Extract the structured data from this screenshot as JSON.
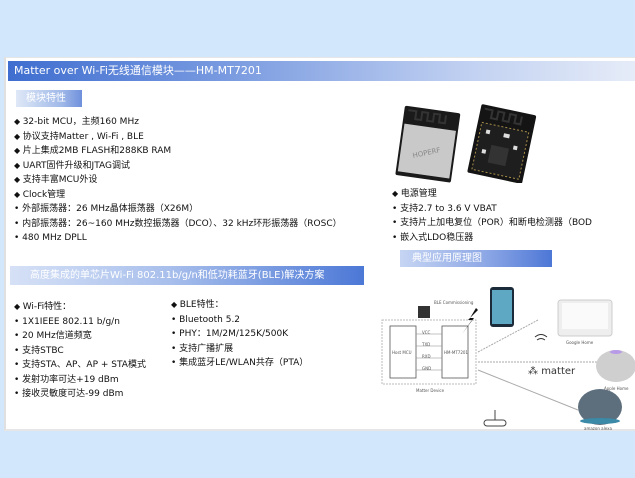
{
  "slide": {
    "title": "Matter over Wi-Fi无线通信模块——HM-MT7201",
    "section_features": "模块特性",
    "features": [
      "32-bit MCU，主频160 MHz",
      "协议支持Matter , Wi-Fi , BLE",
      "片上集成2MB FLASH和288KB RAM",
      "UART固件升级和JTAG调试",
      "支持丰富MCU外设",
      " Clock管理"
    ],
    "clock_items": [
      "外部振荡器：26 MHz晶体振荡器（X26M）",
      "内部振荡器：26~160 MHz数控振荡器（DCO）、32 kHz环形振荡器（ROSC）",
      "480 MHz DPLL"
    ],
    "power_heading": "电源管理",
    "power_items": [
      "支持2.7 to 3.6 V VBAT",
      "支持片上加电复位（POR）和断电检测器（BOD",
      "嵌入式LDO稳压器"
    ],
    "solution_bar": "高度集成的单芯片Wi-Fi 802.11b/g/n和低功耗蓝牙(BLE)解决方案",
    "wifi_heading": "Wi-Fi特性：",
    "wifi_items": [
      "1X1IEEE 802.11 b/g/n",
      "20 MHz信道频宽",
      "支持STBC",
      "支持STA、AP、AP + STA模式",
      "发射功率可达+19 dBm",
      "接收灵敏度可达-99 dBm"
    ],
    "ble_heading": "BLE特性：",
    "ble_items": [
      "Bluetooth 5.2",
      "PHY：1M/2M/125K/500K",
      "支持广播扩展",
      "集成蓝牙LE/WLAN共存（PTA）"
    ],
    "app_bar": "典型应用原理图",
    "chip_brand": "HOPERF",
    "diagram": {
      "commissioning": "BLE Commissioning",
      "host": "Host MCU",
      "module": "HM-MT7201",
      "pins": [
        "VCC",
        "TXD",
        "RXD",
        "GND"
      ],
      "device_caption": "Matter Device",
      "matter_label": "matter",
      "ecosystems": [
        "Google Home",
        "Apple Home",
        "amazon alexa"
      ],
      "colors": {
        "accent": "#4c78d6",
        "bg": "#d2e6fc"
      }
    }
  }
}
